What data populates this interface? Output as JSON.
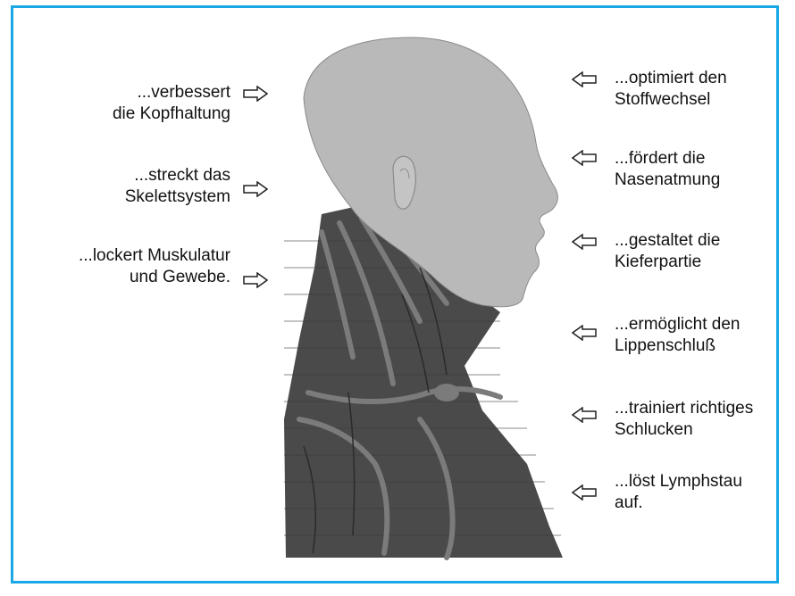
{
  "colors": {
    "border": "#1aa7e6",
    "head": "#b9b9b9",
    "neck": "#4a4a4a",
    "muscle": "#7b7b7b"
  },
  "left_labels": [
    {
      "lines": [
        "...verbessert",
        "die Kopfhaltung"
      ]
    },
    {
      "lines": [
        "...streckt das",
        "Skelettsystem"
      ]
    },
    {
      "lines": [
        "...lockert Muskulatur",
        "und Gewebe."
      ]
    }
  ],
  "right_labels": [
    {
      "lines": [
        "...optimiert den",
        "Stoffwechsel"
      ]
    },
    {
      "lines": [
        "...fördert die",
        "Nasenatmung"
      ]
    },
    {
      "lines": [
        "...gestaltet die",
        "Kieferpartie"
      ]
    },
    {
      "lines": [
        "...ermöglicht den",
        "Lippenschluß"
      ]
    },
    {
      "lines": [
        "...trainiert richtiges",
        "Schlucken"
      ]
    },
    {
      "lines": [
        "...löst Lymphstau",
        "auf."
      ]
    }
  ],
  "icons": {
    "left_arrow": "arrow-right-icon",
    "right_arrow": "arrow-left-icon"
  }
}
